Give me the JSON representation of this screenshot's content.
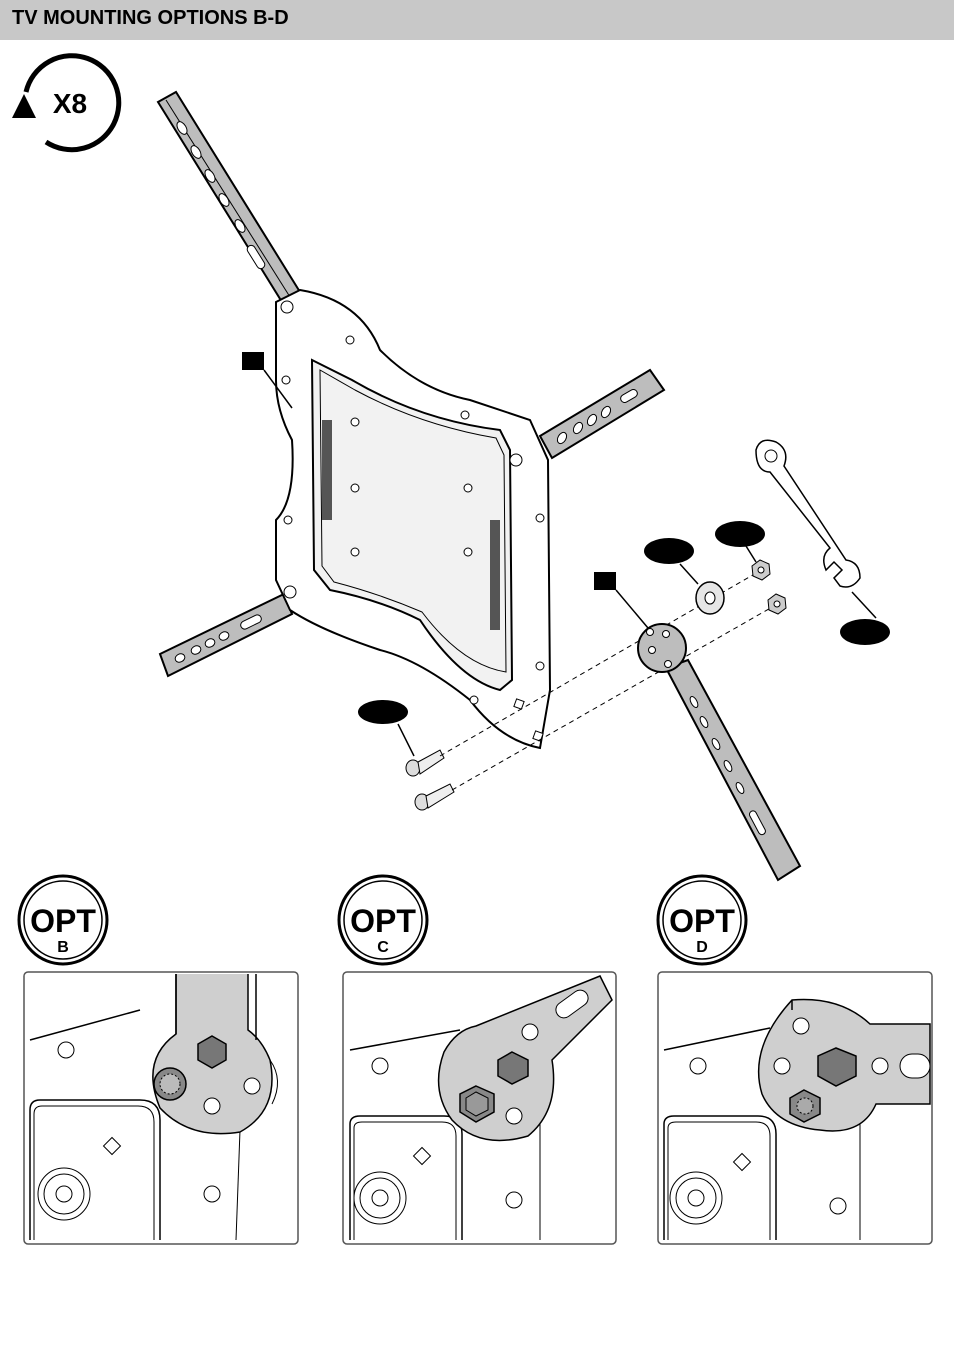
{
  "header": {
    "title": "TV MOUNTING OPTIONS B-D"
  },
  "repeat_badge": {
    "label": "X8",
    "icon": "rotate-arrow-icon"
  },
  "options": [
    {
      "label": "OPT",
      "letter": "B"
    },
    {
      "label": "OPT",
      "letter": "C"
    },
    {
      "label": "OPT",
      "letter": "D"
    }
  ],
  "colors": {
    "header_bg": "#c8c8c8",
    "part_fill": "#bdbdbd",
    "callout": "#000000"
  }
}
